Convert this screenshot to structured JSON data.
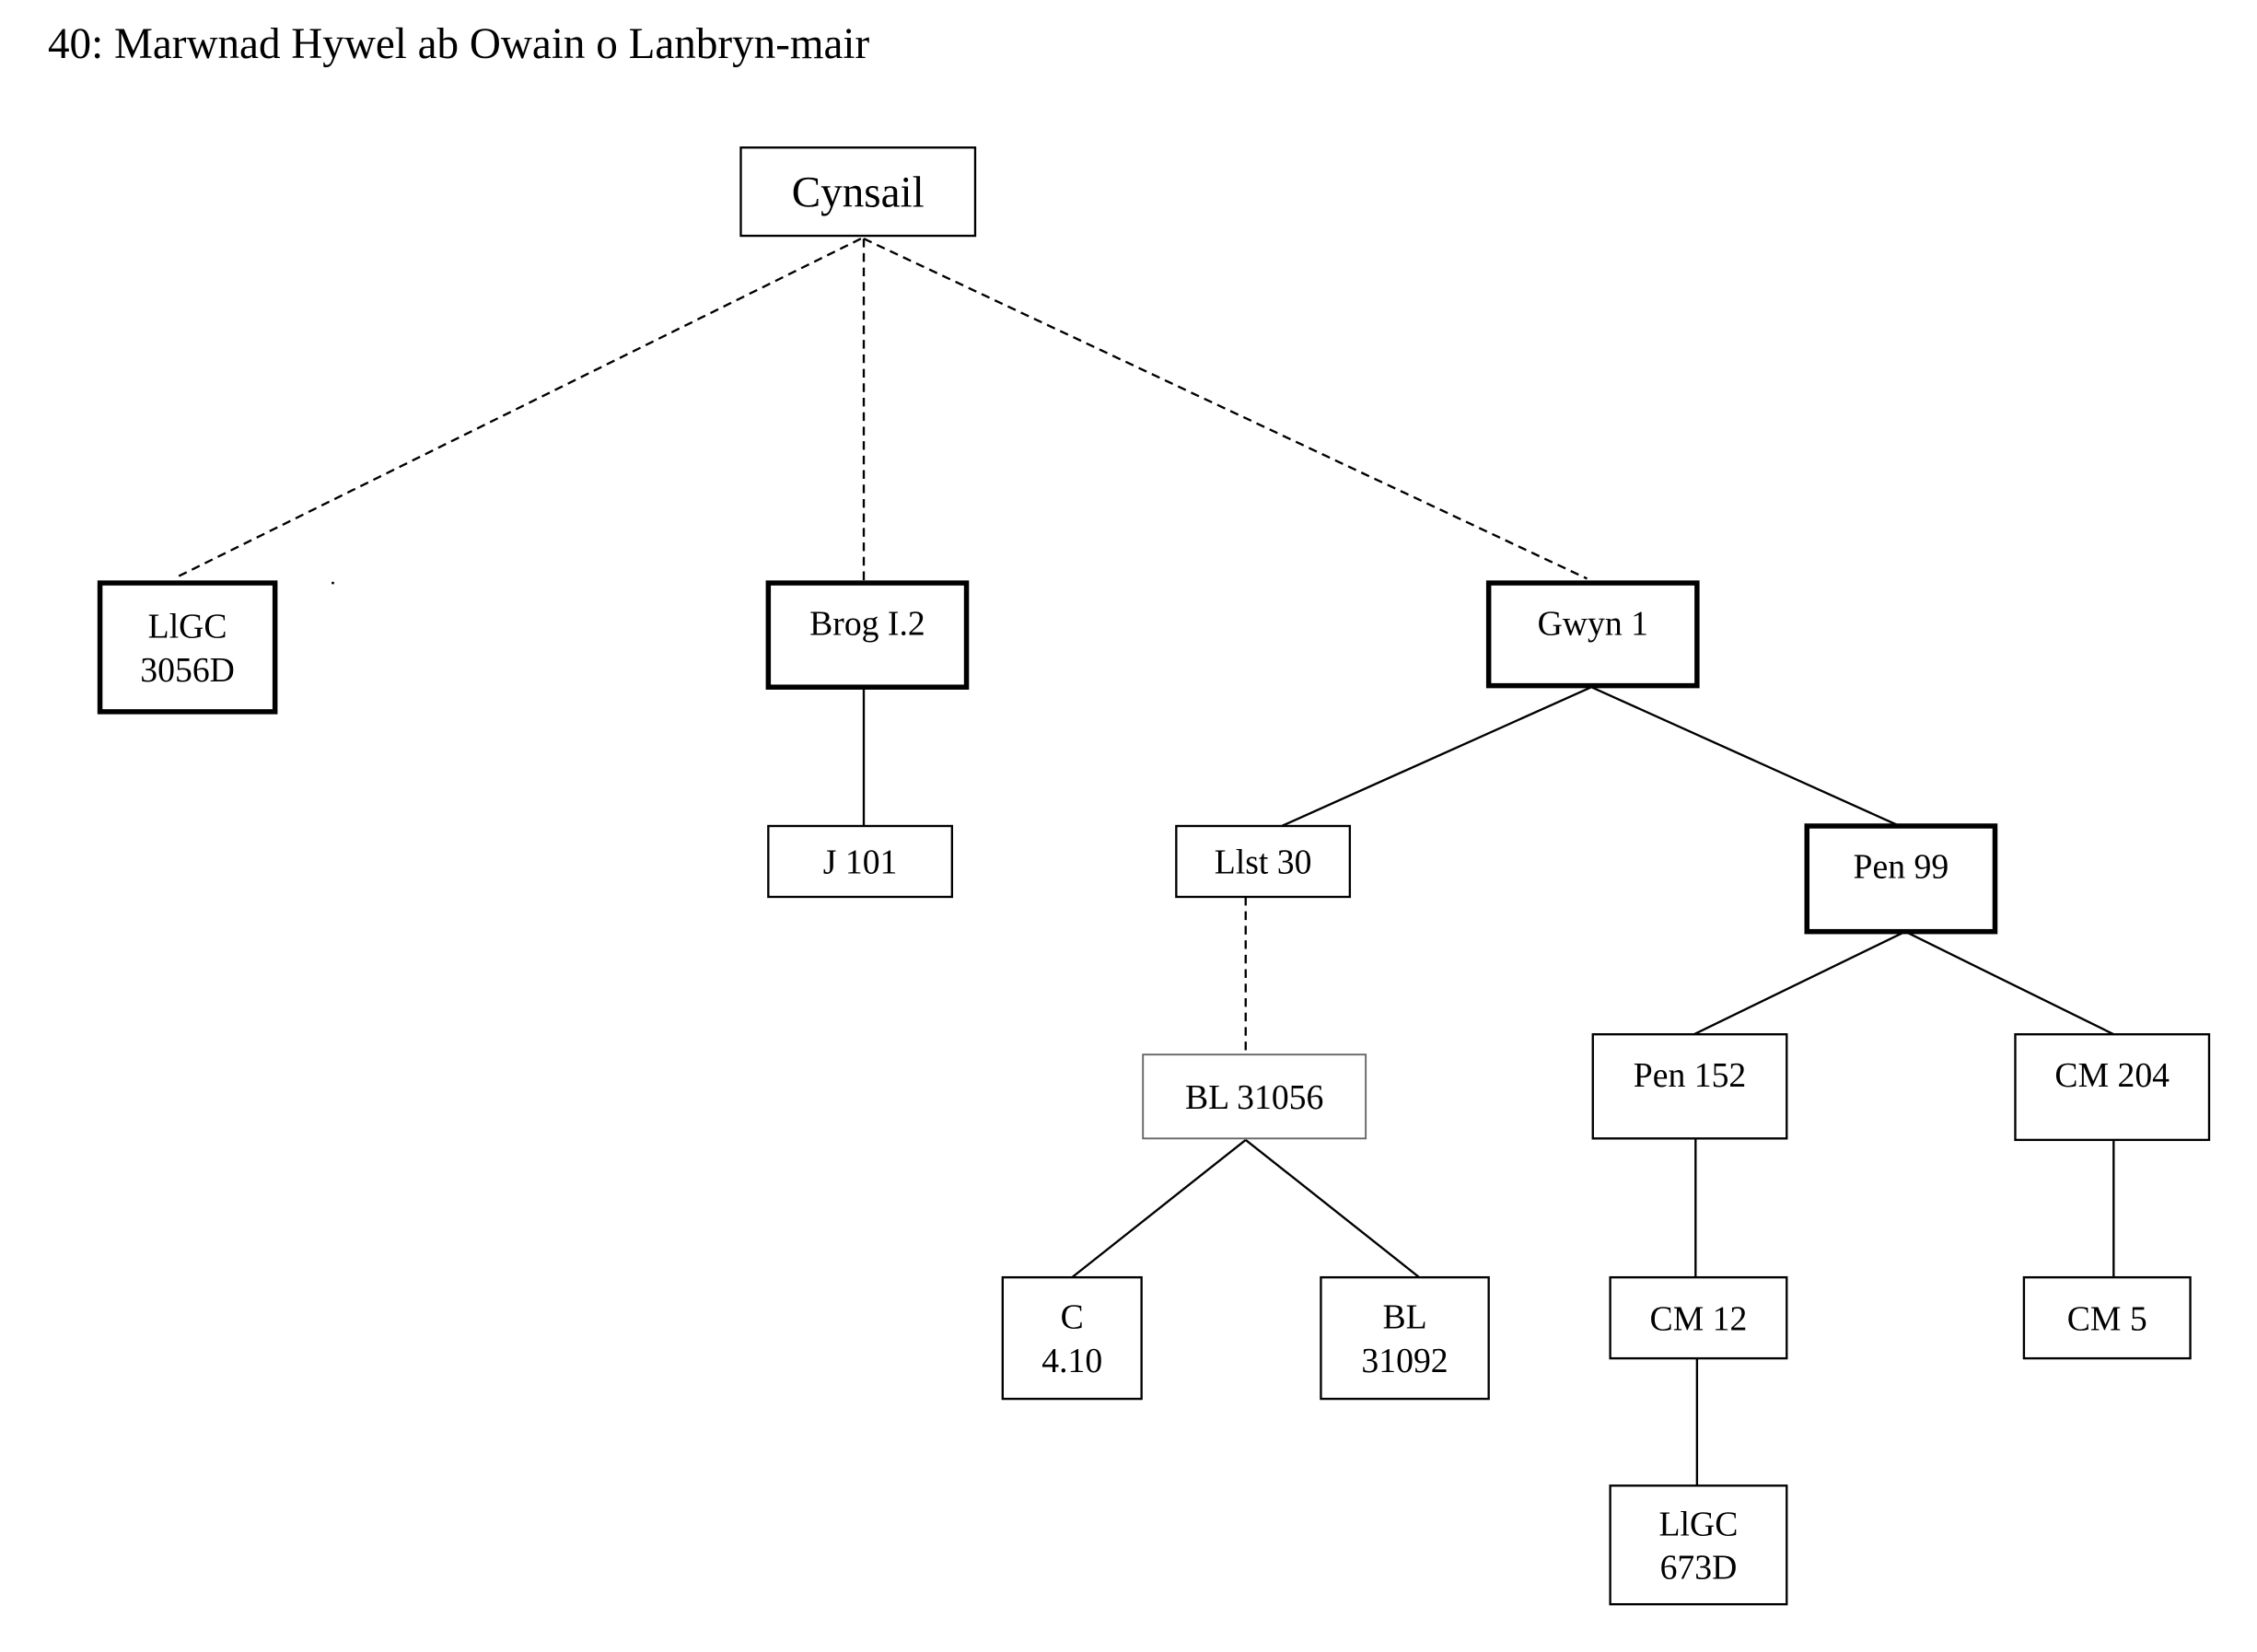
{
  "title": "40: Marwnad Hywel ab Owain o Lanbryn-mair",
  "nodes": {
    "cynsail": [
      "Cynsail"
    ],
    "llgc3056d": [
      "LlGC",
      "3056D"
    ],
    "brog": [
      "Brog I.2"
    ],
    "gwyn": [
      "Gwyn  1"
    ],
    "j101": [
      "J 101"
    ],
    "llst30": [
      "Llst 30"
    ],
    "pen99": [
      "Pen 99"
    ],
    "bl31056": [
      "BL 31056"
    ],
    "pen152": [
      "Pen 152"
    ],
    "cm204": [
      "CM 204"
    ],
    "c410": [
      "C",
      "4.10"
    ],
    "bl31092": [
      "BL",
      "31092"
    ],
    "cm12": [
      "CM 12"
    ],
    "cm5": [
      "CM 5"
    ],
    "llgc673d": [
      "LlGC",
      "673D"
    ]
  }
}
